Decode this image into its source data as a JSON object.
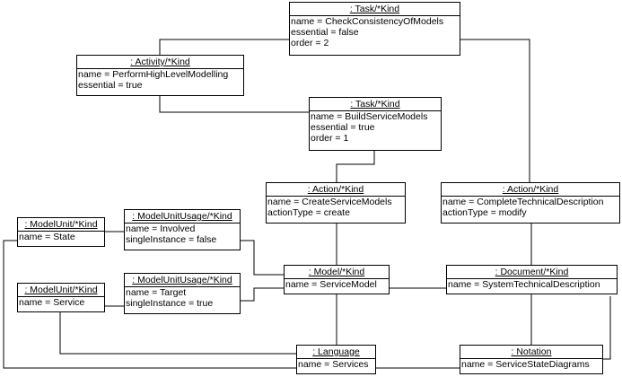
{
  "objects": [
    {
      "id": "task-check",
      "title": ": Task/*Kind",
      "attrs": [
        "name = CheckConsistencyOfModels",
        "essential = false",
        "order = 2"
      ]
    },
    {
      "id": "activity",
      "title": ": Activity/*Kind",
      "attrs": [
        "name = PerformHighLevelModelling",
        "essential = true"
      ]
    },
    {
      "id": "task-build",
      "title": ": Task/*Kind",
      "attrs": [
        "name = BuildServiceModels",
        "essential = true",
        "order = 1"
      ]
    },
    {
      "id": "action-create",
      "title": ": Action/*Kind",
      "attrs": [
        "name = CreateServiceModels",
        "actionType = create"
      ]
    },
    {
      "id": "action-modify",
      "title": ": Action/*Kind",
      "attrs": [
        "name = CompleteTechnicalDescription",
        "actionType = modify"
      ]
    },
    {
      "id": "modelunit-state",
      "title": ": ModelUnit/*Kind",
      "attrs": [
        "name = State"
      ]
    },
    {
      "id": "usage-involved",
      "title": ": ModelUnitUsage/*Kind",
      "attrs": [
        "name = Involved",
        "singleInstance = false"
      ]
    },
    {
      "id": "model",
      "title": ": Model/*Kind",
      "attrs": [
        "name = ServiceModel"
      ]
    },
    {
      "id": "document",
      "title": ": Document/*Kind",
      "attrs": [
        "name = SystemTechnicalDescription"
      ]
    },
    {
      "id": "modelunit-service",
      "title": ": ModelUnit/*Kind",
      "attrs": [
        "name = Service"
      ]
    },
    {
      "id": "usage-target",
      "title": ": ModelUnitUsage/*Kind",
      "attrs": [
        "name = Target",
        "singleInstance = true"
      ]
    },
    {
      "id": "language",
      "title": ": Language",
      "attrs": [
        "name = Services"
      ]
    },
    {
      "id": "notation",
      "title": ": Notation",
      "attrs": [
        "name = ServiceStateDiagrams"
      ]
    }
  ]
}
